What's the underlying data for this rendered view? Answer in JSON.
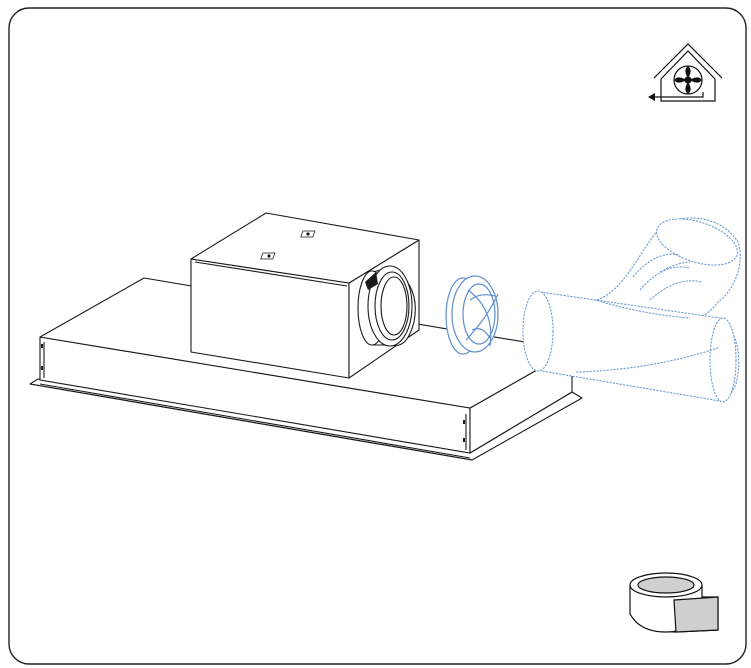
{
  "figure": {
    "parts": [
      "hood-body",
      "blower-box",
      "outlet-collar",
      "backdraft-damper",
      "duct-elbow",
      "straight-duct",
      "recirculation-mode-icon",
      "aluminium-tape-icon"
    ]
  },
  "colors": {
    "frame": "#222222",
    "line": "#1a1a1a",
    "duct": "#6f9bd3",
    "tape_grey": "#cfcfcf",
    "tape_shadow": "#a8a8a8"
  },
  "icons": {
    "top_right": "house-with-fan-recirculation-icon",
    "bottom_right": "aluminium-tape-roll-icon"
  }
}
